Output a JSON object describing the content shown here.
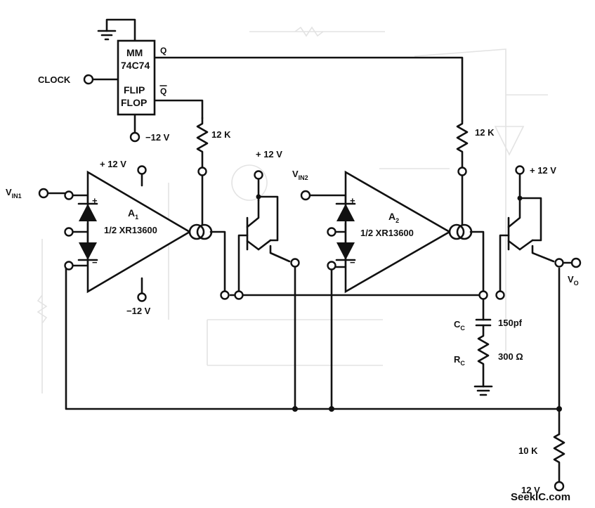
{
  "flipflop": {
    "line1": "MM",
    "line2": "74C74",
    "line3": "FLIP",
    "line4": "FLOP",
    "q": "Q",
    "qbar": "Q"
  },
  "clock_label": "CLOCK",
  "ff_supply": "−12 V",
  "r1": "12 K",
  "r2": "12 K",
  "amp1": {
    "name": "A",
    "sub": "1",
    "part": "1/2 XR13600",
    "vplus": "+ 12 V",
    "vminus": "−12 V"
  },
  "amp2": {
    "name": "A",
    "sub": "2",
    "part": "1/2 XR13600"
  },
  "vin1": {
    "main": "V",
    "sub": "IN1"
  },
  "vin2": {
    "main": "V",
    "sub": "IN2"
  },
  "q1_supply": "+ 12 V",
  "q2_supply": "+ 12 V",
  "cc": {
    "main": "C",
    "sub": "C",
    "value": "150pf"
  },
  "rc": {
    "main": "R",
    "sub": "C",
    "value": "300 Ω"
  },
  "r_bottom": "10 K",
  "bottom_supply": "12 V",
  "vo": {
    "main": "V",
    "sub": "O"
  },
  "watermark": "SeekIC.com",
  "plus_sign": "+",
  "minus_sign": "−"
}
